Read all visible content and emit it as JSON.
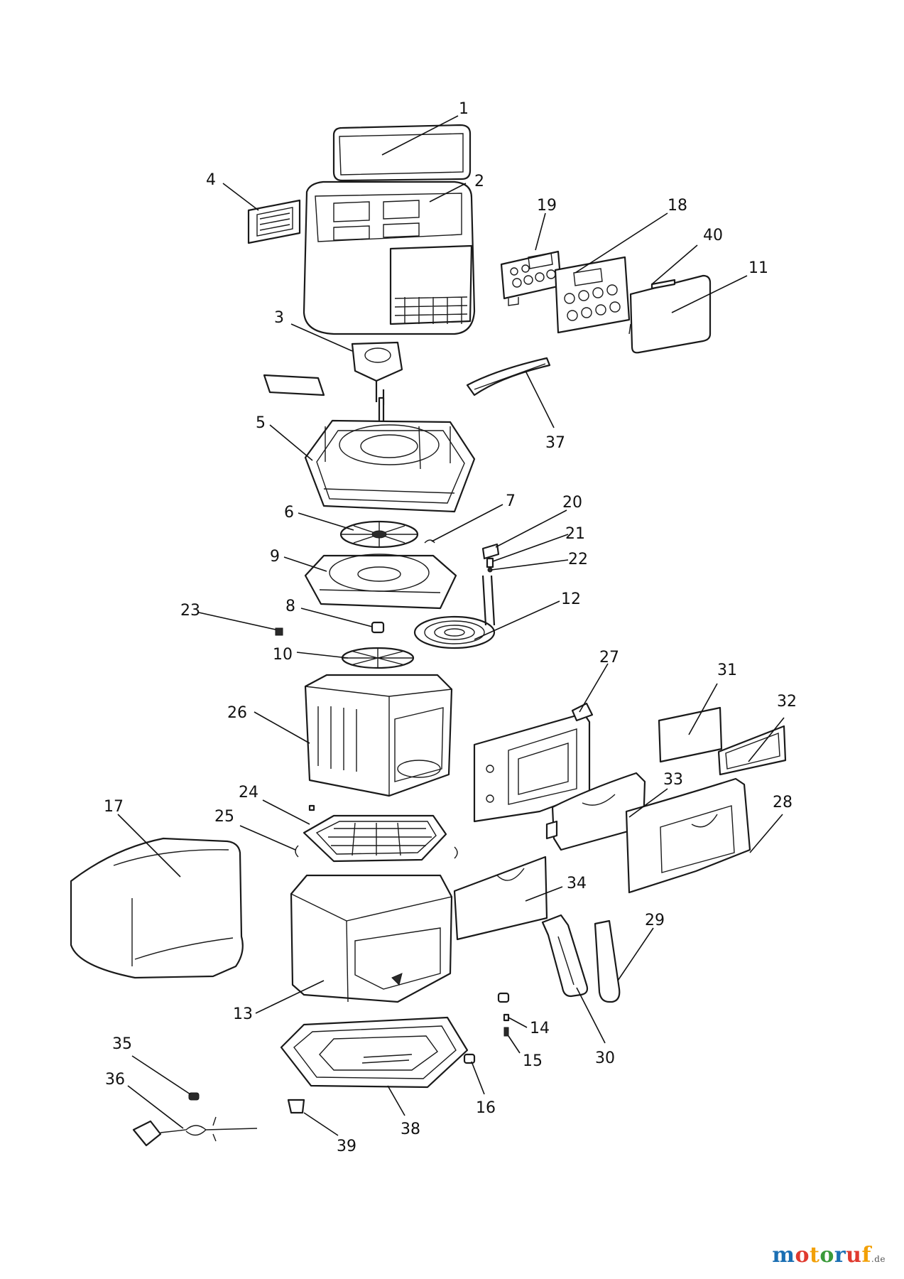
{
  "diagram": {
    "callouts": [
      {
        "id": "1",
        "label": "1"
      },
      {
        "id": "2",
        "label": "2"
      },
      {
        "id": "3",
        "label": "3"
      },
      {
        "id": "4",
        "label": "4"
      },
      {
        "id": "5",
        "label": "5"
      },
      {
        "id": "6",
        "label": "6"
      },
      {
        "id": "7",
        "label": "7"
      },
      {
        "id": "8",
        "label": "8"
      },
      {
        "id": "9",
        "label": "9"
      },
      {
        "id": "10",
        "label": "10"
      },
      {
        "id": "11",
        "label": "11"
      },
      {
        "id": "12",
        "label": "12"
      },
      {
        "id": "13",
        "label": "13"
      },
      {
        "id": "14",
        "label": "14"
      },
      {
        "id": "15",
        "label": "15"
      },
      {
        "id": "16",
        "label": "16"
      },
      {
        "id": "17",
        "label": "17"
      },
      {
        "id": "18",
        "label": "18"
      },
      {
        "id": "19",
        "label": "19"
      },
      {
        "id": "20",
        "label": "20"
      },
      {
        "id": "21",
        "label": "21"
      },
      {
        "id": "22",
        "label": "22"
      },
      {
        "id": "23",
        "label": "23"
      },
      {
        "id": "24",
        "label": "24"
      },
      {
        "id": "25",
        "label": "25"
      },
      {
        "id": "26",
        "label": "26"
      },
      {
        "id": "27",
        "label": "27"
      },
      {
        "id": "28",
        "label": "28"
      },
      {
        "id": "29",
        "label": "29"
      },
      {
        "id": "30",
        "label": "30"
      },
      {
        "id": "31",
        "label": "31"
      },
      {
        "id": "32",
        "label": "32"
      },
      {
        "id": "33",
        "label": "33"
      },
      {
        "id": "34",
        "label": "34"
      },
      {
        "id": "35",
        "label": "35"
      },
      {
        "id": "36",
        "label": "36"
      },
      {
        "id": "37",
        "label": "37"
      },
      {
        "id": "38",
        "label": "38"
      },
      {
        "id": "39",
        "label": "39"
      },
      {
        "id": "40",
        "label": "40"
      }
    ]
  },
  "watermark": {
    "letters": [
      {
        "ch": "m",
        "color": "#1b6fb3"
      },
      {
        "ch": "o",
        "color": "#e03a2f"
      },
      {
        "ch": "t",
        "color": "#f2a007"
      },
      {
        "ch": "o",
        "color": "#3a9a3a"
      },
      {
        "ch": "r",
        "color": "#1b6fb3"
      },
      {
        "ch": "u",
        "color": "#e03a2f"
      },
      {
        "ch": "f",
        "color": "#f2a007"
      }
    ],
    "domain": ".de"
  }
}
